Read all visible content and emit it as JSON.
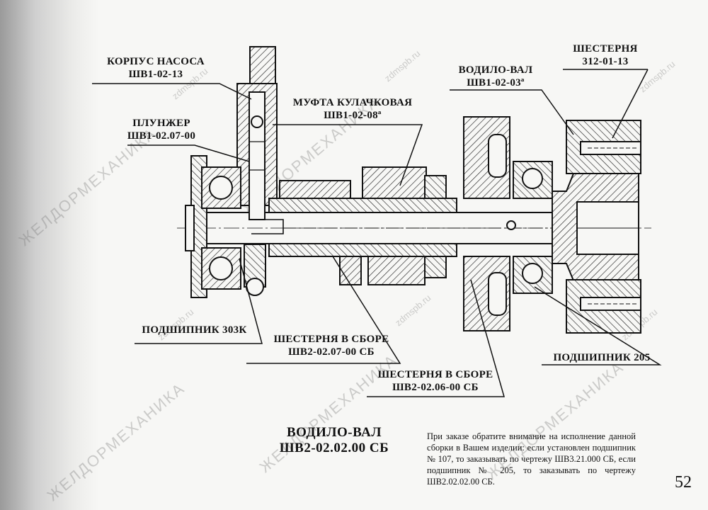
{
  "labels": {
    "pump_housing": {
      "name": "КОРПУС НАСОСА",
      "code": "ШВ1-02-13"
    },
    "plunger": {
      "name": "ПЛУНЖЕР",
      "code": "ШВ1-02.07-00"
    },
    "cam_coupling": {
      "name": "МУФТА КУЛАЧКОВАЯ",
      "code": "ШВ1-02-08ª"
    },
    "carrier_shaft": {
      "name": "ВОДИЛО-ВАЛ",
      "code": "ШВ1-02-03ª"
    },
    "gear": {
      "name": "ШЕСТЕРНЯ",
      "code": "312-01-13"
    },
    "bearing_303k": {
      "name": "ПОДШИПНИК 303К"
    },
    "gear_assembly_1": {
      "name": "ШЕСТЕРНЯ В СБОРЕ",
      "code": "ШВ2-02.07-00 СБ"
    },
    "gear_assembly_2": {
      "name": "ШЕСТЕРНЯ В СБОРЕ",
      "code": "ШВ2-02.06-00 СБ"
    },
    "bearing_205": {
      "name": "ПОДШИПНИК 205"
    }
  },
  "title": {
    "line1": "ВОДИЛО-ВАЛ",
    "line2": "ШВ2-02.02.00 СБ"
  },
  "note": "При заказе обратите внимание на исполнение данной сборки в Вашем изделии: если установлен подшипник № 107, то заказывать по чертежу ШВ3.21.000 СБ, если подшипник № 205, то заказывать по чертежу ШВ2.02.02.00 СБ.",
  "page_number": "52",
  "watermarks": {
    "brand": "ЖЕЛДОРМЕХАНИКА",
    "site": "zdmspb.ru"
  }
}
